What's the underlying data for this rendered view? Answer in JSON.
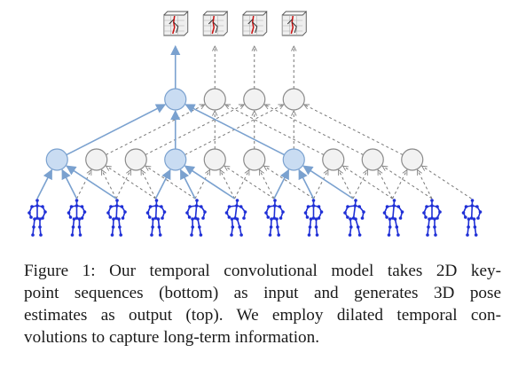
{
  "figure": {
    "colors": {
      "highlight_fill": "#c9dcf2",
      "highlight_stroke": "#7aa1cf",
      "inactive_fill": "#f2f2f2",
      "inactive_stroke": "#8a8a8a",
      "dashed_line": "#777777",
      "skeleton_2d": "#1f2fd6",
      "skeleton_3d": "#cc1111"
    },
    "layers": {
      "input_keypoints": 12,
      "layer1_units": 10,
      "layer2_units": 4,
      "outputs": 4
    },
    "highlighted_path": {
      "layer2": [
        0
      ],
      "layer1": [
        0,
        3,
        6
      ]
    }
  },
  "caption": {
    "lines": [
      "Figure 1: Our temporal convolutional model takes 2D key-",
      "point sequences (bottom) as input and generates 3D pose",
      "estimates as output (top). We employ dilated temporal con-",
      "volutions to capture long-term information."
    ]
  }
}
